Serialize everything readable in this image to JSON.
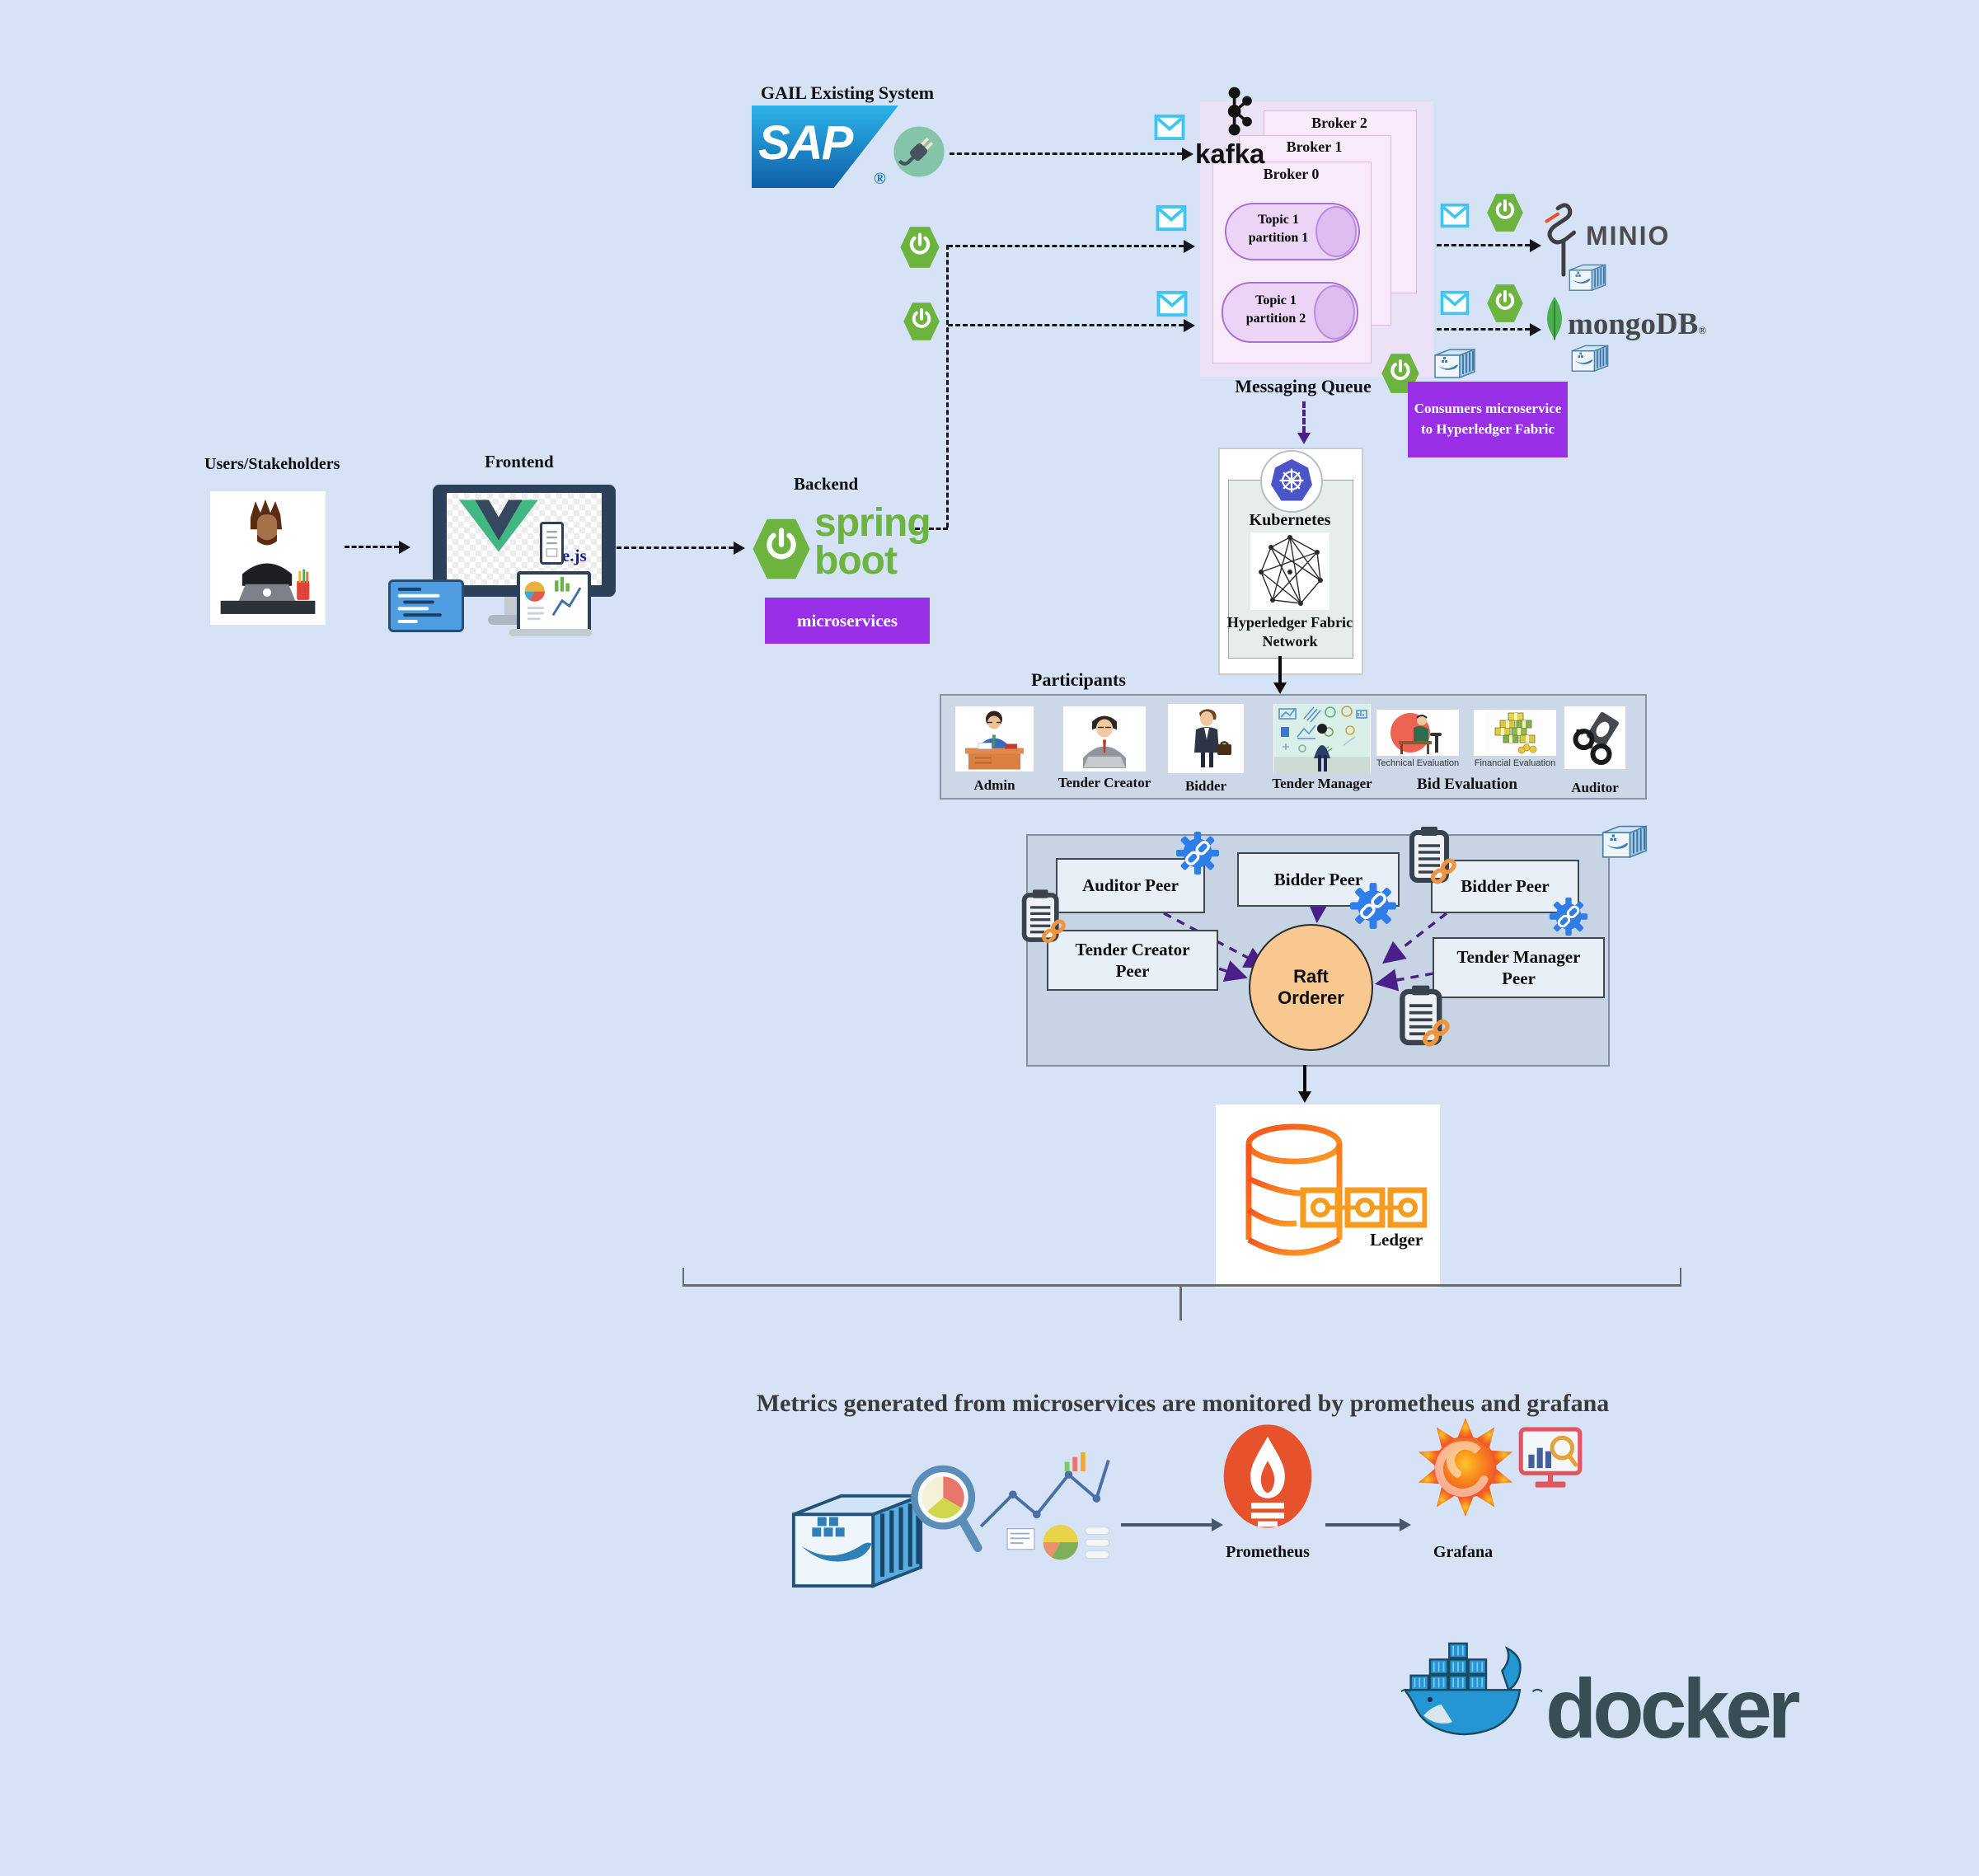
{
  "top": {
    "gail_title": "GAIL Existing System",
    "sap": "SAP",
    "sap_reg": "®"
  },
  "kafka": {
    "logo": "kafka",
    "brokers": [
      "Broker 2",
      "Broker 1",
      "Broker 0"
    ],
    "topics": [
      {
        "l1": "Topic 1",
        "l2": "partition 1"
      },
      {
        "l1": "Topic 1",
        "l2": "partition 2"
      }
    ],
    "queue_label": "Messaging Queue"
  },
  "storage": {
    "minio": "MINIO",
    "mongodb": "mongoDB",
    "mongodb_reg": "®"
  },
  "consumers_box": {
    "label": "Consumers microservice to Hyperledger Fabric"
  },
  "users": {
    "label": "Users/Stakeholders"
  },
  "frontend": {
    "label": "Frontend",
    "vue": "Vue.js"
  },
  "backend": {
    "label": "Backend",
    "spring": "spring",
    "boot": "boot",
    "microservices": "microservices"
  },
  "k8s": {
    "kubernetes": "Kubernetes",
    "fabric": "Hyperledger Fabric Network"
  },
  "participants": {
    "label": "Participants",
    "items": [
      {
        "caption": "Admin"
      },
      {
        "caption": "Tender Creator"
      },
      {
        "caption": "Bidder"
      },
      {
        "caption": "Tender Manager"
      },
      {
        "caption": "Bid Evaluation",
        "sub": [
          "Technical Evaluation",
          "Financial Evaluation"
        ]
      },
      {
        "caption": "Auditor"
      }
    ]
  },
  "peers": {
    "boxes": [
      "Auditor Peer",
      "Bidder Peer",
      "Bidder Peer",
      "Tender Creator Peer",
      "Tender Manager Peer"
    ],
    "orderer": "Raft Orderer"
  },
  "ledger": {
    "label": "Ledger"
  },
  "monitoring": {
    "note": "Metrics generated from microservices are monitored by prometheus and grafana",
    "prometheus": "Prometheus",
    "grafana": "Grafana"
  },
  "docker": {
    "wordmark": "docker"
  },
  "colors": {
    "background": "#d6e3f7",
    "accent_purple": "#9a2fe8",
    "spring_green": "#6db33f",
    "broker_pink": "#f9eafb",
    "queue_lavender": "#ebe2f8",
    "envelope_cyan": "#3fc6f0",
    "raft_orange": "#f9c891",
    "prometheus_orange": "#e6522c",
    "grafana_orange": "#f8861b",
    "docker_blue": "#2496d3",
    "vue_green": "#41b883",
    "kubernetes_blue": "#4c55c8",
    "ledger_orange": "#f4831e",
    "arrow_purple": "#4b2186"
  }
}
